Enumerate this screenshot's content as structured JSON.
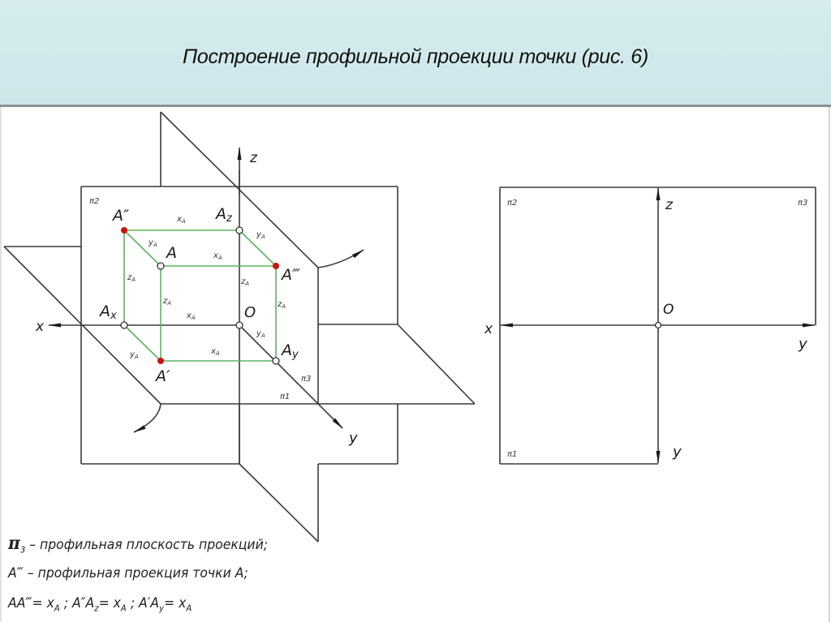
{
  "header": {
    "title": "Построение профильной проекции точки (рис. 6)"
  },
  "colors": {
    "header_bg": "#d0e9ec",
    "construction_line": "#5fb35f",
    "point_fill": "#cc1111",
    "line": "#3a3a3a"
  },
  "diagram_3d": {
    "axes": {
      "x": "x",
      "y": "y",
      "z": "z"
    },
    "planes": {
      "front": "π2",
      "horizontal": "π1",
      "profile": "π3"
    },
    "points": {
      "A": "A",
      "A_front": "A″",
      "A_horizontal": "A′",
      "A_profile": "A‴",
      "Ax": "A",
      "Ax_sub": "x",
      "Ay": "A",
      "Ay_sub": "y",
      "Az": "A",
      "Az_sub": "z",
      "O": "O"
    },
    "dimension_labels": {
      "xA": "xA",
      "yA": "yA",
      "zA": "zA"
    }
  },
  "diagram_flat": {
    "axes": {
      "x": "x",
      "y_horizontal": "y",
      "y_vertical": "y",
      "z": "z"
    },
    "origin": "O",
    "planes": {
      "front": "π2",
      "profile": "π3",
      "horizontal": "π1"
    }
  },
  "legend": {
    "line1_symbol": "π",
    "line1_sub": "3",
    "line1_text": " – профильная плоскость проекций;",
    "line2_symbol": "A‴",
    "line2_text": " – профильная проекция точки А;",
    "line3_text": "AA‴= x",
    "line3_sub1": "A",
    "line3_mid1": " ; A″A",
    "line3_sub2": "z",
    "line3_mid2": "= x",
    "line3_sub3": "A",
    "line3_mid3": " ; A′A",
    "line3_sub4": "y",
    "line3_mid4": "= x",
    "line3_sub5": "A"
  }
}
